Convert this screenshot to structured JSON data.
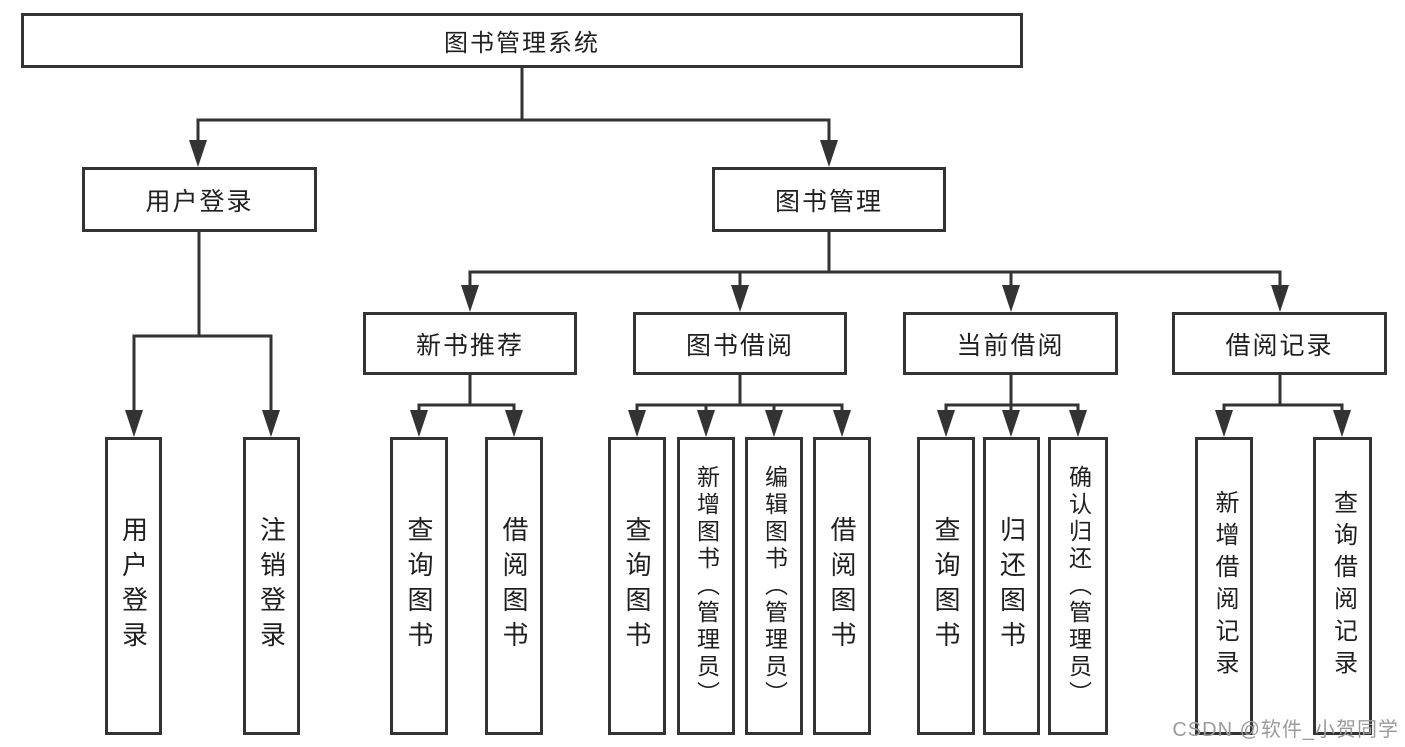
{
  "colors": {
    "line": "#333333",
    "text": "#1f1f1f",
    "watermark": "#9b9b9b",
    "background": "#ffffff"
  },
  "watermark": "CSDN @软件_小贺同学",
  "tree": {
    "label": "图书管理系统",
    "children": [
      {
        "label": "用户登录",
        "children": [
          {
            "label": "用户登录"
          },
          {
            "label": "注销登录"
          }
        ]
      },
      {
        "label": "图书管理",
        "children": [
          {
            "label": "新书推荐",
            "children": [
              {
                "label": "查询图书"
              },
              {
                "label": "借阅图书"
              }
            ]
          },
          {
            "label": "图书借阅",
            "children": [
              {
                "label": "查询图书"
              },
              {
                "label": "新增图书（管理员）"
              },
              {
                "label": "编辑图书（管理员）"
              },
              {
                "label": "借阅图书"
              }
            ]
          },
          {
            "label": "当前借阅",
            "children": [
              {
                "label": "查询图书"
              },
              {
                "label": "归还图书"
              },
              {
                "label": "确认归还（管理员）"
              }
            ]
          },
          {
            "label": "借阅记录",
            "children": [
              {
                "label": "新增借阅记录"
              },
              {
                "label": "查询借阅记录"
              }
            ]
          }
        ]
      }
    ]
  }
}
